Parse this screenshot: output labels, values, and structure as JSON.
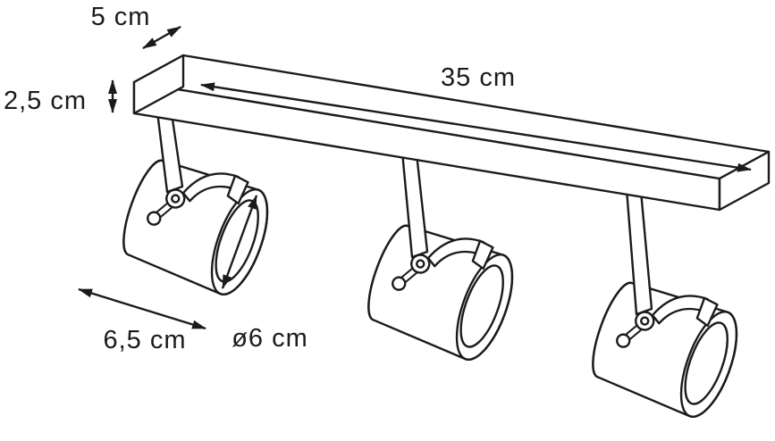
{
  "diagram": {
    "type": "technical-dimension-drawing",
    "subject": "three-head ceiling spotlight bar",
    "colors": {
      "line": "#1b1b1b",
      "background": "#ffffff"
    },
    "dimensions": {
      "depth": "5 cm",
      "length": "35 cm",
      "height": "2,5 cm",
      "spot_length": "6,5 cm",
      "spot_diameter": "ø6 cm"
    }
  }
}
